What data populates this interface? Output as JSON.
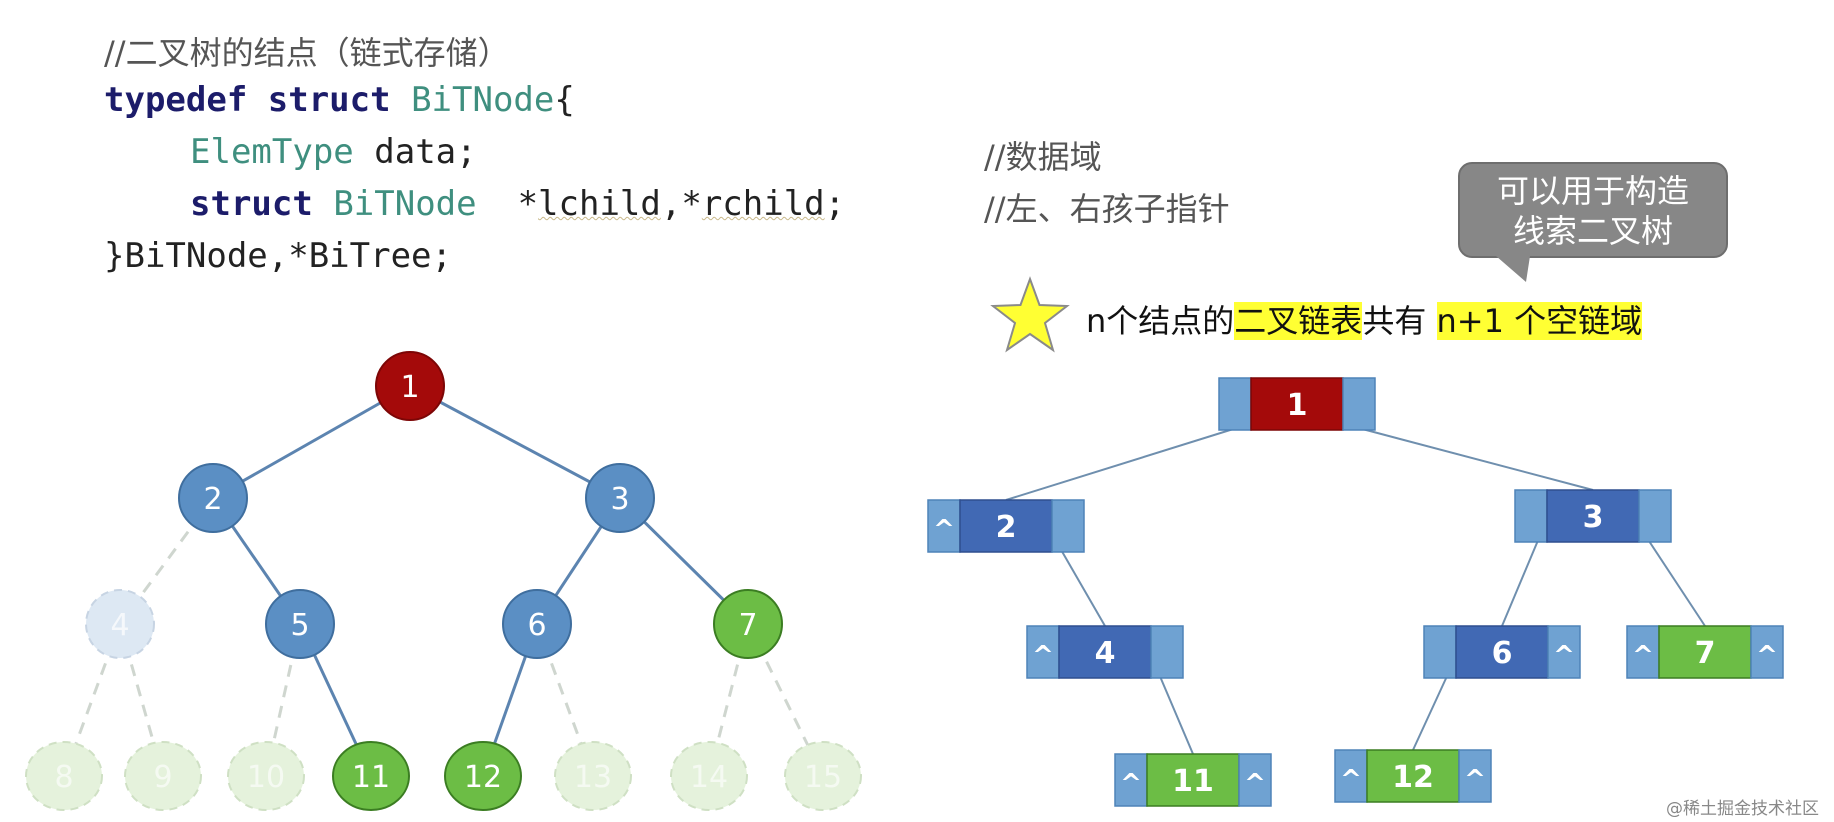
{
  "code": {
    "comment": "//二叉树的结点（链式存储）",
    "line1_kw": "typedef struct",
    "line1_type": "BiTNode",
    "line1_end": "{",
    "line2_type": "ElemType",
    "line2_rest": "data;",
    "line2_comment": "//数据域",
    "line3_kw": "struct",
    "line3_type": "BiTNode",
    "line3_star1": "*",
    "line3_lchild": "lchild",
    "line3_sep": ",*",
    "line3_rchild": "rchild",
    "line3_end": ";",
    "line3_comment": "//左、右孩子指针",
    "line4": "}BiTNode,*BiTree;"
  },
  "callout": {
    "line1": "可以用于构造",
    "line2": "线索二叉树"
  },
  "note": {
    "part1": "n个结点的",
    "part2": "二叉链表",
    "part3": "共有",
    "part4": "n+1 个空链域"
  },
  "colors": {
    "root": "#a40a0a",
    "blue": "#5b8fc4",
    "green": "#6cbd45",
    "faded_blue": "#dde8f3",
    "faded_green": "#e5f2dc",
    "darkblue": "#4169b4",
    "lightblue": "#6fa2d2",
    "highlight": "#ffff33"
  },
  "tree": {
    "nodes": [
      {
        "id": "1",
        "label": "1",
        "style": "root"
      },
      {
        "id": "2",
        "label": "2",
        "style": "blue"
      },
      {
        "id": "3",
        "label": "3",
        "style": "blue"
      },
      {
        "id": "4",
        "label": "4",
        "style": "faded_blue"
      },
      {
        "id": "5",
        "label": "5",
        "style": "blue"
      },
      {
        "id": "6",
        "label": "6",
        "style": "blue"
      },
      {
        "id": "7",
        "label": "7",
        "style": "green"
      },
      {
        "id": "8",
        "label": "8",
        "style": "faded_green"
      },
      {
        "id": "9",
        "label": "9",
        "style": "faded_green"
      },
      {
        "id": "10",
        "label": "10",
        "style": "faded_green"
      },
      {
        "id": "11",
        "label": "11",
        "style": "green"
      },
      {
        "id": "12",
        "label": "12",
        "style": "green"
      },
      {
        "id": "13",
        "label": "13",
        "style": "faded_green"
      },
      {
        "id": "14",
        "label": "14",
        "style": "faded_green"
      },
      {
        "id": "15",
        "label": "15",
        "style": "faded_green"
      }
    ],
    "edges": [
      [
        "1",
        "2",
        "solid"
      ],
      [
        "1",
        "3",
        "solid"
      ],
      [
        "2",
        "4",
        "dashed"
      ],
      [
        "2",
        "5",
        "solid"
      ],
      [
        "3",
        "6",
        "solid"
      ],
      [
        "3",
        "7",
        "solid"
      ],
      [
        "4",
        "8",
        "dashed"
      ],
      [
        "4",
        "9",
        "dashed"
      ],
      [
        "5",
        "10",
        "dashed"
      ],
      [
        "5",
        "11",
        "solid"
      ],
      [
        "6",
        "12",
        "solid"
      ],
      [
        "6",
        "13",
        "dashed"
      ],
      [
        "7",
        "14",
        "dashed"
      ],
      [
        "7",
        "15",
        "dashed"
      ]
    ]
  },
  "linked_list": {
    "null_symbol": "^",
    "nodes": [
      {
        "id": "1",
        "label": "1",
        "style": "root",
        "left_null": false,
        "right_null": false
      },
      {
        "id": "2",
        "label": "2",
        "style": "darkblue",
        "left_null": true,
        "right_null": false
      },
      {
        "id": "3",
        "label": "3",
        "style": "darkblue",
        "left_null": false,
        "right_null": false
      },
      {
        "id": "4",
        "label": "4",
        "style": "darkblue",
        "left_null": true,
        "right_null": false
      },
      {
        "id": "6",
        "label": "6",
        "style": "darkblue",
        "left_null": false,
        "right_null": true
      },
      {
        "id": "7",
        "label": "7",
        "style": "green",
        "left_null": true,
        "right_null": true
      },
      {
        "id": "11",
        "label": "11",
        "style": "green",
        "left_null": true,
        "right_null": true
      },
      {
        "id": "12",
        "label": "12",
        "style": "green",
        "left_null": true,
        "right_null": true
      }
    ],
    "edges": [
      [
        "1",
        "2"
      ],
      [
        "1",
        "3"
      ],
      [
        "2",
        "4"
      ],
      [
        "4",
        "11"
      ],
      [
        "3",
        "6"
      ],
      [
        "3",
        "7"
      ],
      [
        "6",
        "12"
      ]
    ]
  },
  "watermark": "@稀土掘金技术社区"
}
